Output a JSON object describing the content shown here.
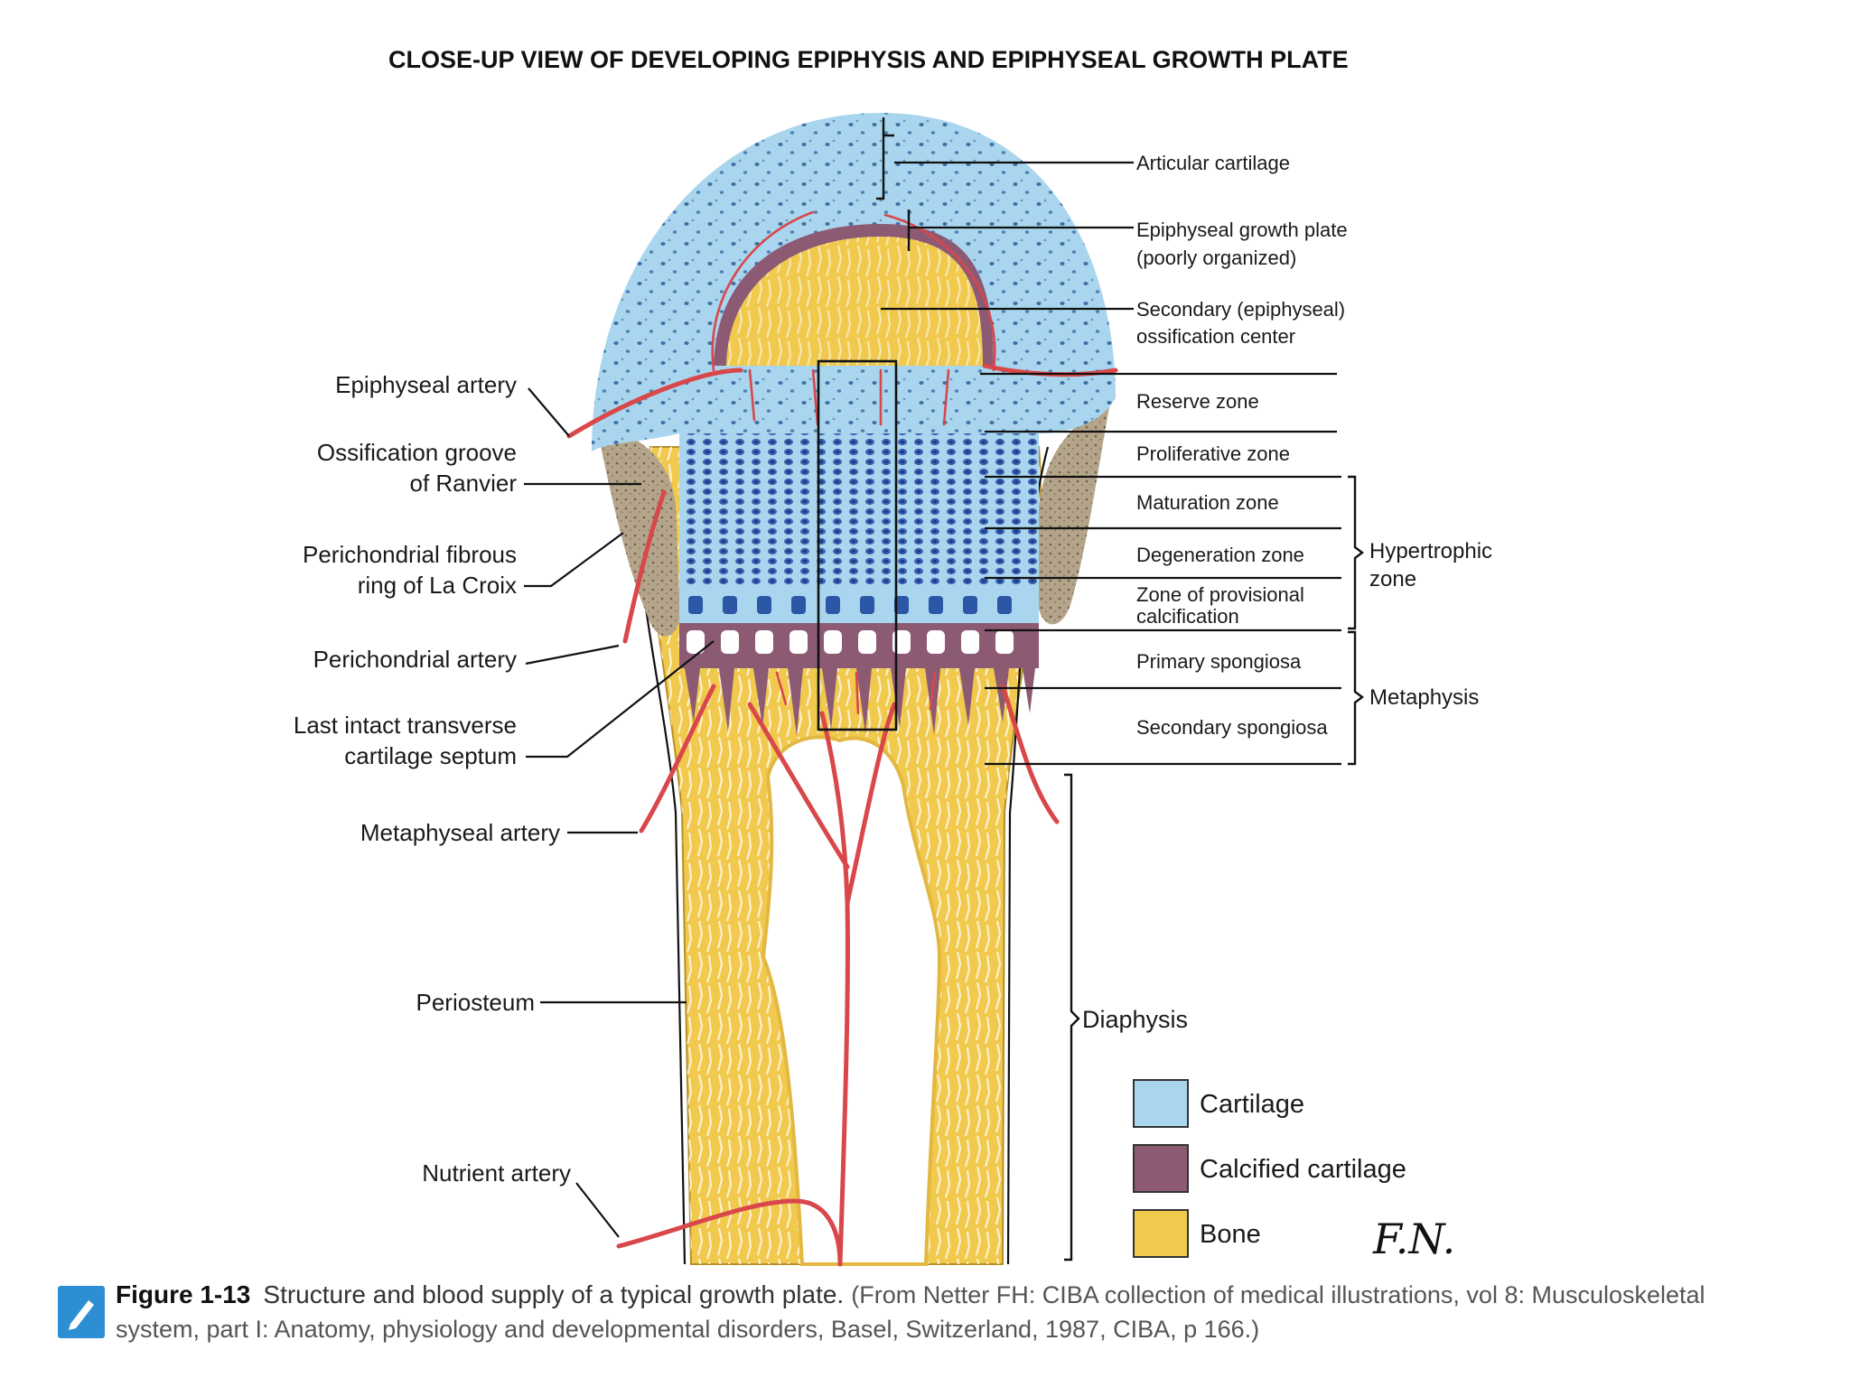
{
  "title": "CLOSE-UP VIEW OF DEVELOPING EPIPHYSIS AND EPIPHYSEAL GROWTH PLATE",
  "labels_left": {
    "epiphyseal_artery": "Epiphyseal artery",
    "ossification_groove_l1": "Ossification groove",
    "ossification_groove_l2": "of Ranvier",
    "perichondrial_ring_l1": "Perichondrial fibrous",
    "perichondrial_ring_l2": "ring of La Croix",
    "perichondrial_artery": "Perichondrial artery",
    "last_septum_l1": "Last intact transverse",
    "last_septum_l2": "cartilage septum",
    "metaphyseal_artery": "Metaphyseal artery",
    "periosteum": "Periosteum",
    "nutrient_artery": "Nutrient artery"
  },
  "labels_right": {
    "articular_cartilage": "Articular cartilage",
    "growth_plate_l1": "Epiphyseal growth plate",
    "growth_plate_l2": "(poorly organized)",
    "secondary_center_l1": "Secondary (epiphyseal)",
    "secondary_center_l2": "ossification center",
    "reserve_zone": "Reserve zone",
    "proliferative_zone": "Proliferative zone",
    "maturation_zone": "Maturation zone",
    "degeneration_zone": "Degeneration zone",
    "provisional_calc_l1": "Zone of provisional",
    "provisional_calc_l2": "calcification",
    "primary_spongiosa": "Primary spongiosa",
    "secondary_spongiosa": "Secondary spongiosa"
  },
  "groups": {
    "hypertrophic_l1": "Hypertrophic",
    "hypertrophic_l2": "zone",
    "metaphysis": "Metaphysis",
    "diaphysis": "Diaphysis"
  },
  "legend": [
    {
      "label": "Cartilage",
      "color": "#a9d6ee"
    },
    {
      "label": "Calcified cartilage",
      "color": "#8d5a74"
    },
    {
      "label": "Bone",
      "color": "#f0c94d"
    }
  ],
  "signature": "F.N.",
  "caption": {
    "figure": "Figure 1-13",
    "description": "Structure and blood supply of a typical growth plate.",
    "reference": "(From Netter FH: CIBA collection of medical illustrations, vol 8: Musculoskeletal system, part I: Anatomy, physiology and developmental disorders, Basel, Switzerland, 1987, CIBA, p 166.)"
  },
  "colors": {
    "cartilage": "#a9d6ee",
    "calcified_cartilage": "#8d5a74",
    "bone": "#f0c94d",
    "artery": "#d9474a",
    "periosteum": "#b4a48a",
    "caption_icon": "#2c8fd3"
  }
}
